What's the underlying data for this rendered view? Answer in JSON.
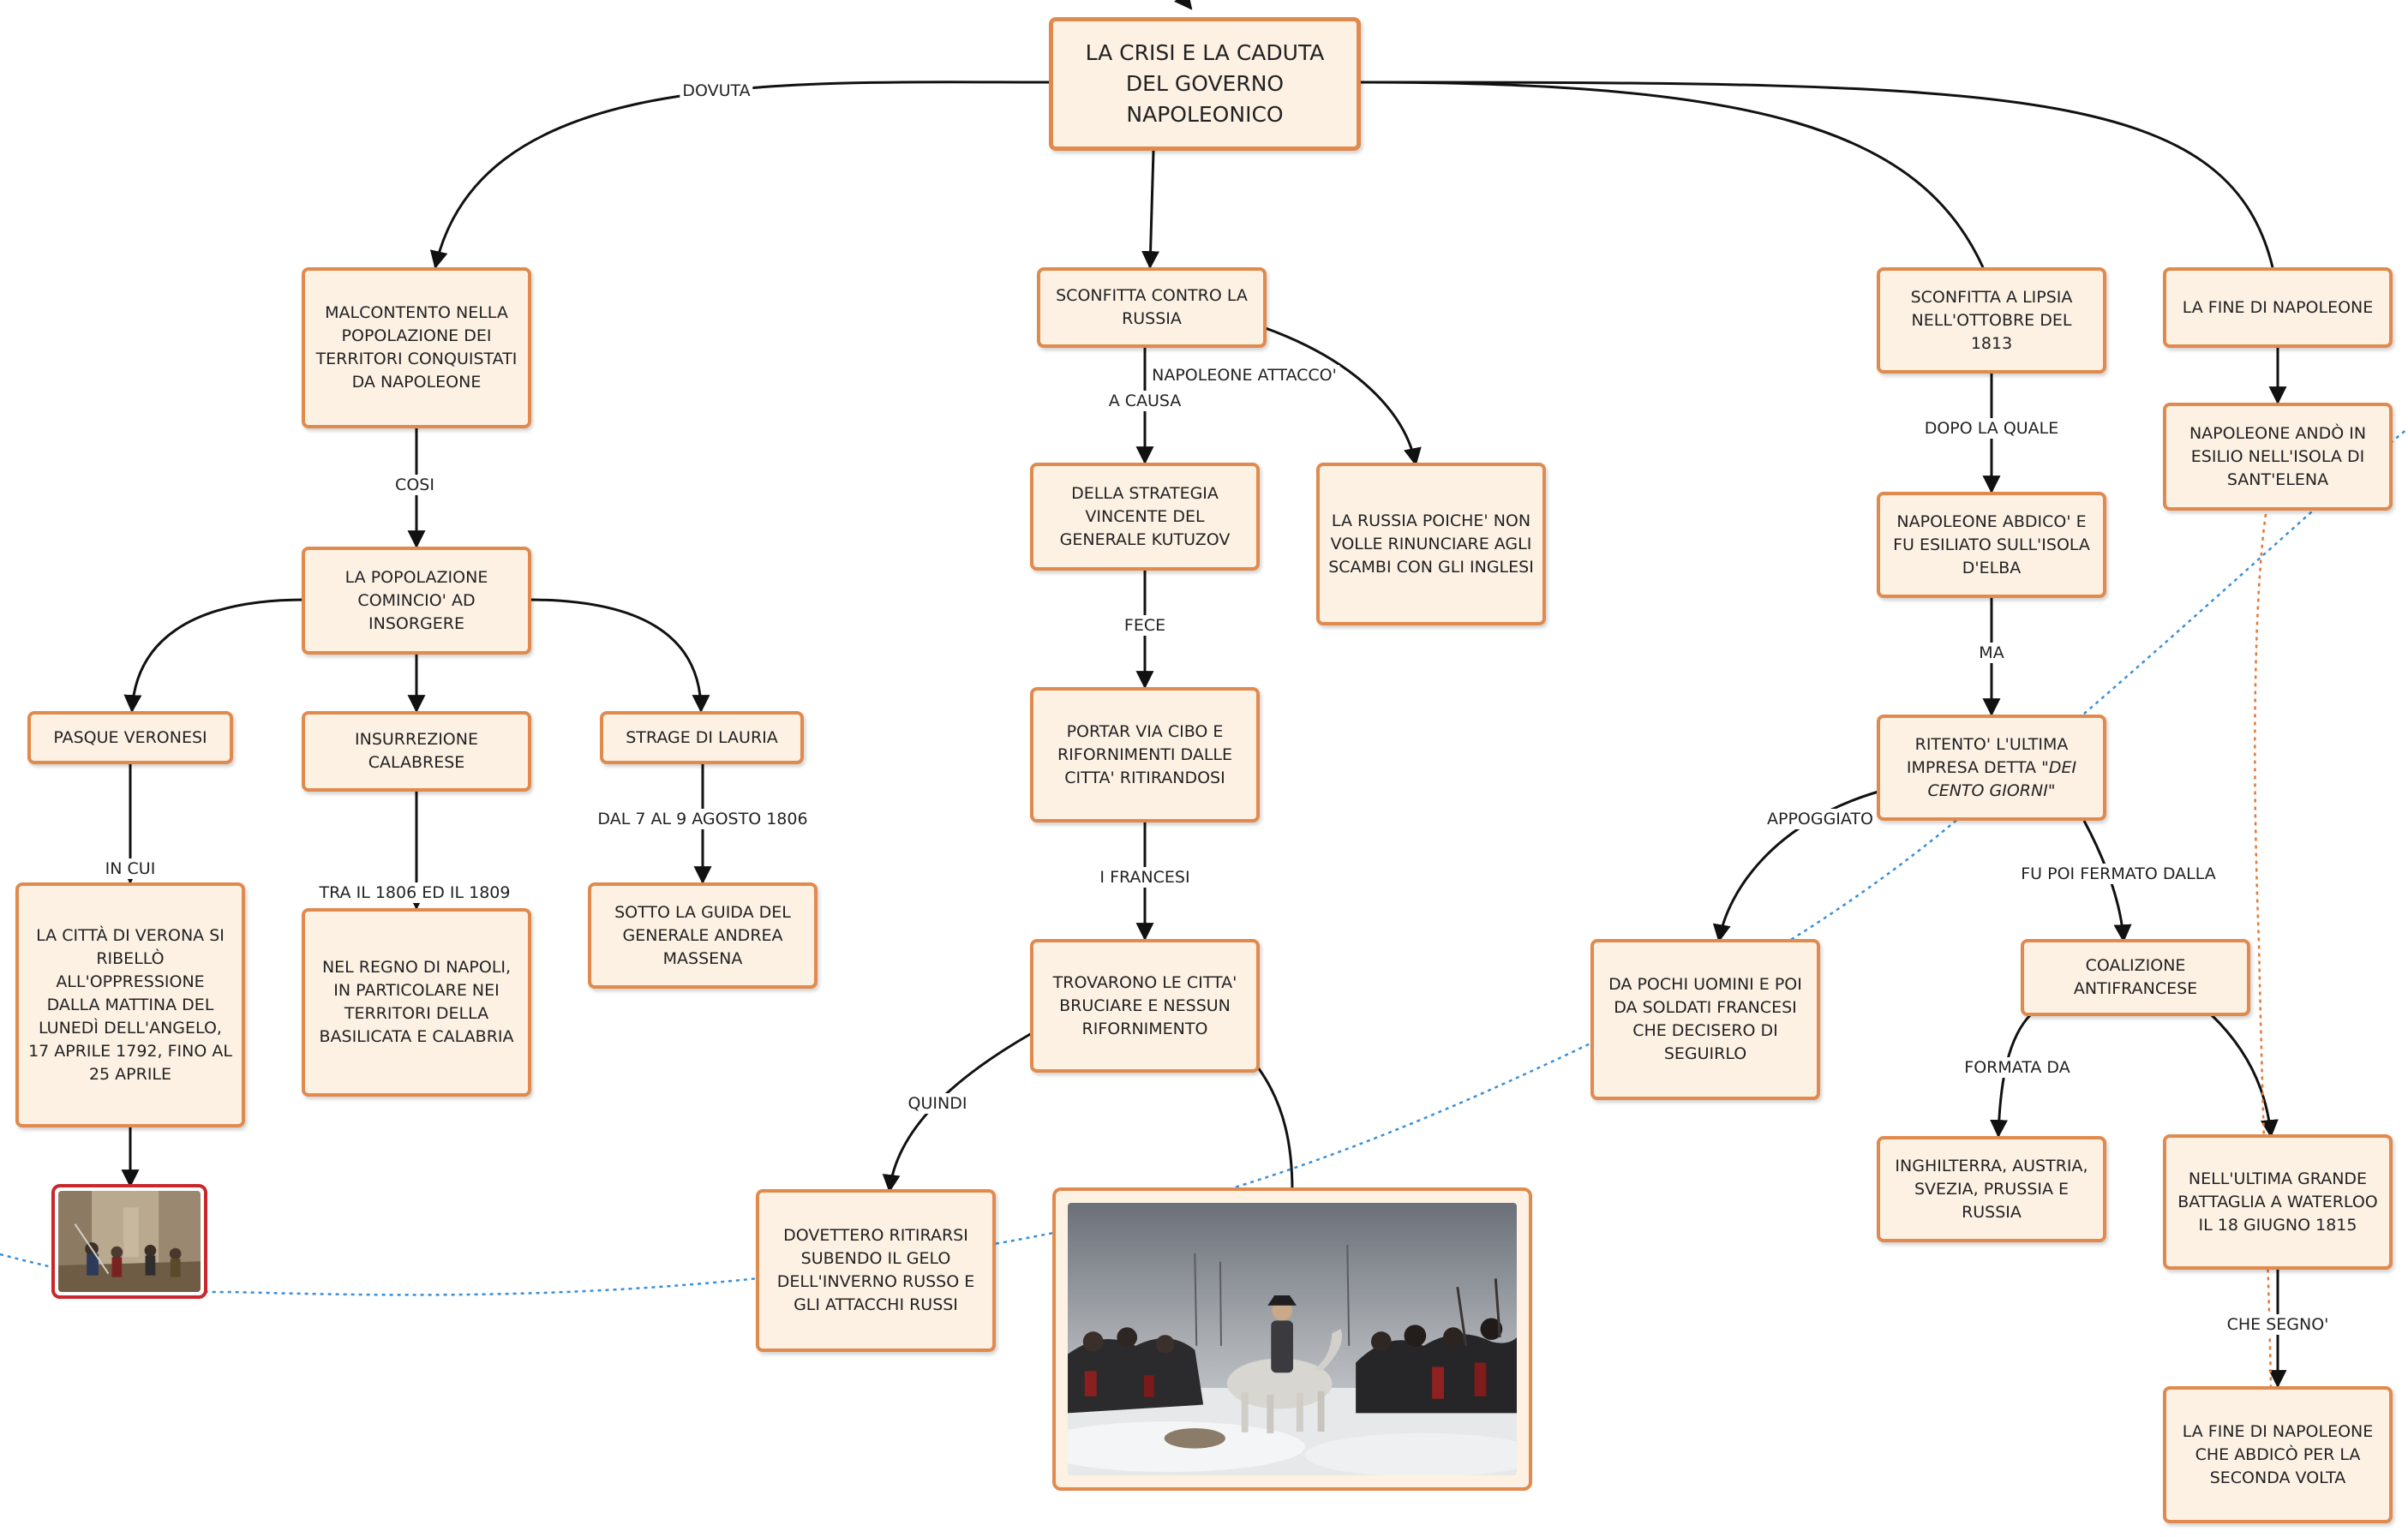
{
  "nodes": {
    "main": "LA CRISI E LA CADUTA DEL GOVERNO NAPOLEONICO",
    "malcontento": "MALCONTENTO NELLA POPOLAZIONE DEI TERRITORI CONQUISTATI DA NAPOLEONE",
    "popolazione": "LA POPOLAZIONE COMINCIO' AD INSORGERE",
    "pasque": "PASQUE VERONESI",
    "insurrezione": "INSURREZIONE CALABRESE",
    "strage": "STRAGE DI LAURIA",
    "verona": "LA CITTÀ DI VERONA SI RIBELLÒ ALL'OPPRESSIONE DALLA MATTINA DEL LUNEDÌ DELL'ANGELO, 17 APRILE 1792, FINO AL 25 APRILE",
    "napoli": "NEL REGNO DI NAPOLI, IN PARTICOLARE NEI TERRITORI DELLA BASILICATA E CALABRIA",
    "massena": "SOTTO LA GUIDA DEL GENERALE ANDREA MASSENA",
    "sconfitta_russia": "SCONFITTA CONTRO LA RUSSIA",
    "strategia": "DELLA STRATEGIA VINCENTE DEL GENERALE KUTUZOV",
    "russia_poiche": "LA RUSSIA POICHE' NON VOLLE RINUNCIARE AGLI SCAMBI CON GLI INGLESI",
    "cibo": "PORTAR VIA CIBO E RIFORNIMENTI DALLE CITTA' RITIRANDOSI",
    "trovarono": "TROVARONO LE CITTA' BRUCIARE E NESSUN RIFORNIMENTO",
    "ritirarsi": "DOVETTERO RITIRARSI SUBENDO IL GELO DELL'INVERNO RUSSO E GLI ATTACCHI RUSSI",
    "lipsia": "SCONFITTA A LIPSIA NELL'OTTOBRE DEL 1813",
    "elba": "NAPOLEONE ABDICO' E FU ESILIATO SULL'ISOLA D'ELBA",
    "cento_giorni_prefix": "RITENTO' L'ULTIMA IMPRESA DETTA ",
    "cento_giorni_italic": "\"DEI CENTO GIORNI\"",
    "pochi_uomini": "DA POCHI UOMINI E POI DA SOLDATI FRANCESI CHE DECISERO DI SEGUIRLO",
    "coalizione": "COALIZIONE ANTIFRANCESE",
    "paesi": "INGHILTERRA, AUSTRIA, SVEZIA, PRUSSIA E RUSSIA",
    "fine": "LA FINE DI NAPOLEONE",
    "esilio": "NAPOLEONE ANDÒ IN ESILIO NELL'ISOLA DI SANT'ELENA",
    "waterloo": "NELL'ULTIMA GRANDE BATTAGLIA A WATERLOO IL 18 GIUGNO 1815",
    "seconda_volta": "LA FINE DI NAPOLEONE CHE ABDICÒ PER LA SECONDA VOLTA"
  },
  "labels": {
    "dovuta": "DOVUTA",
    "cosi": "COSI",
    "in_cui": "IN CUI",
    "tra": "TRA IL 1806 ED IL 1809",
    "dal": "DAL 7 AL 9 AGOSTO 1806",
    "a_causa": "A CAUSA",
    "attacco": "NAPOLEONE ATTACCO'",
    "fece": "FECE",
    "i_francesi": "I FRANCESI",
    "quindi": "QUINDI",
    "dopo_la_quale": "DOPO LA QUALE",
    "ma": "MA",
    "appoggiato": "APPOGGIATO",
    "fermato": "FU POI FERMATO DALLA",
    "formata_da": "FORMATA DA",
    "che_segno": "CHE SEGNO'"
  },
  "colors": {
    "node_fill": "#fdf1e4",
    "node_border": "#e08a4e",
    "connector": "#111111",
    "blue_dotted": "#3a8fd6",
    "orange_dotted": "#e07a3a",
    "image_frame_red": "#c8282d"
  },
  "images": {
    "retreat_painting": "napoleon-retreat-from-russia-painting",
    "verona_painting": "verona-uprising-painting"
  }
}
